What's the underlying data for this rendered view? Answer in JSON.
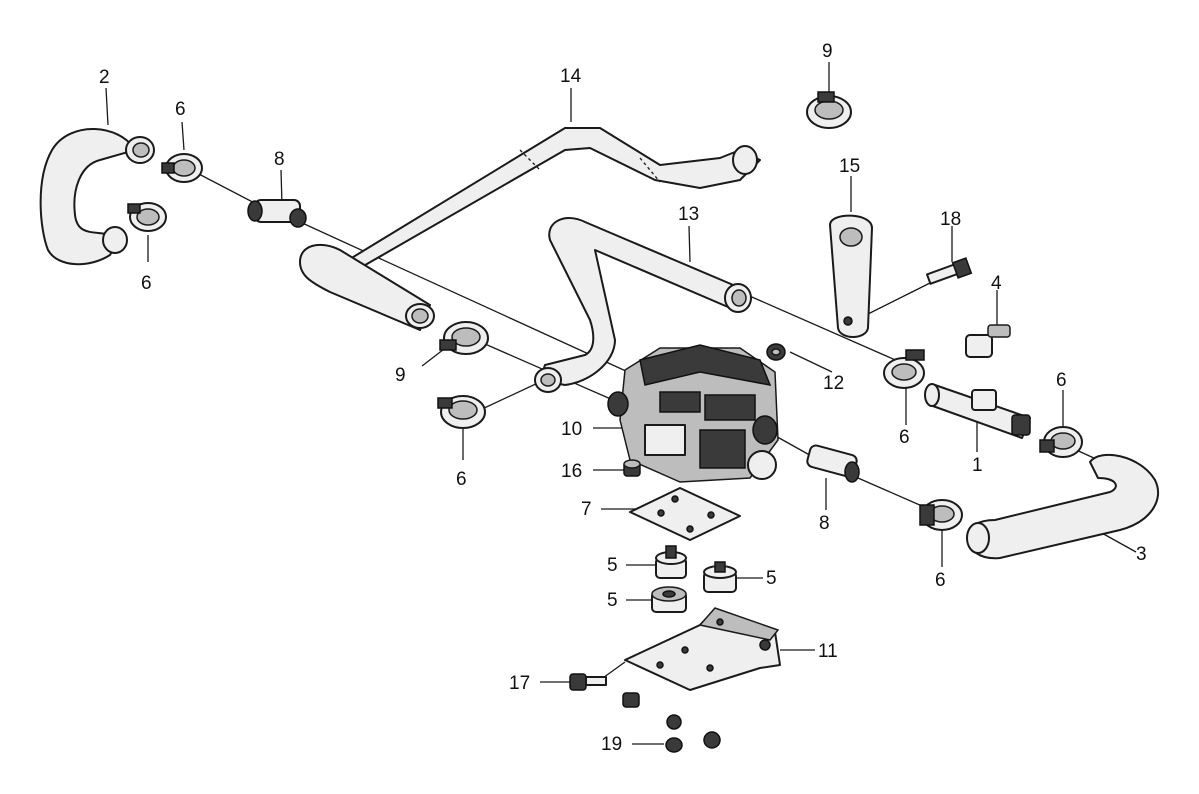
{
  "callouts": {
    "c1": "1",
    "c2": "2",
    "c3": "3",
    "c4": "4",
    "c5a": "5",
    "c5b": "5",
    "c5c": "5",
    "c6a": "6",
    "c6b": "6",
    "c6c": "6",
    "c6d": "6",
    "c6e": "6",
    "c6f": "6",
    "c7": "7",
    "c8a": "8",
    "c8b": "8",
    "c9a": "9",
    "c9b": "9",
    "c10": "10",
    "c11": "11",
    "c12": "12",
    "c13": "13",
    "c14": "14",
    "c15": "15",
    "c16": "16",
    "c17": "17",
    "c18": "18",
    "c19": "19"
  }
}
